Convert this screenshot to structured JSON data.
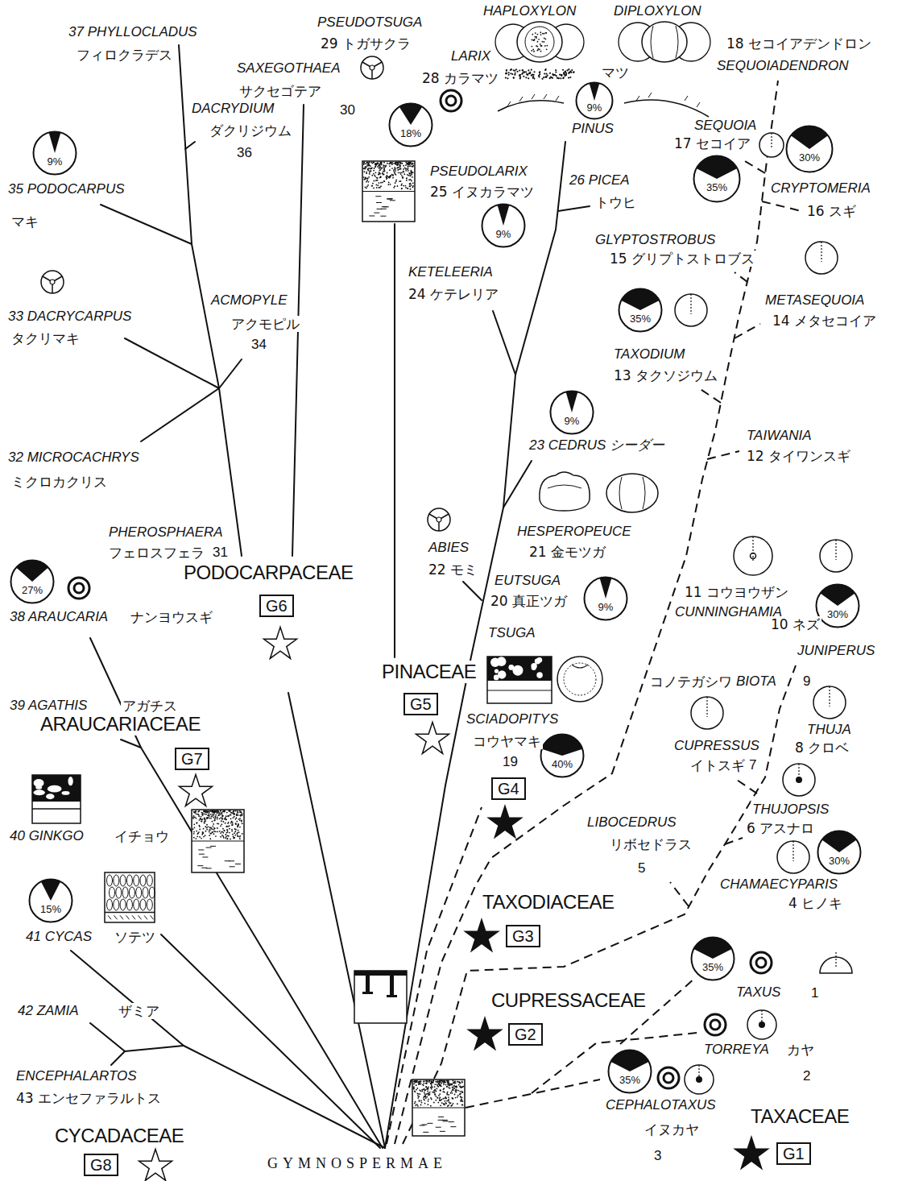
{
  "diagram": {
    "nodes": [
      {
        "text": [
          "9%"
        ]
      },
      {
        "text": [
          "18%"
        ]
      },
      {
        "text": [
          "30%"
        ]
      },
      {
        "text": [
          "9%"
        ]
      },
      {
        "text": [
          "35%"
        ]
      },
      {
        "text": [
          "9%"
        ]
      },
      {
        "text": [
          "35%"
        ]
      },
      {
        "text": [
          "9%"
        ]
      },
      {
        "text": [
          "27%"
        ]
      },
      {
        "text": [
          "9%"
        ]
      },
      {
        "text": [
          "30%"
        ]
      },
      {
        "text": [
          "G6"
        ]
      },
      {
        "text": [
          "G5"
        ]
      },
      {
        "text": [
          "40%"
        ]
      },
      {
        "text": [
          "G7"
        ]
      },
      {
        "text": [
          "G4"
        ]
      },
      {
        "text": [
          "30%"
        ]
      },
      {
        "text": [
          "15%"
        ]
      },
      {
        "text": [
          "G3"
        ]
      },
      {
        "text": [
          "35%"
        ]
      },
      {
        "text": [
          "G2"
        ]
      },
      {
        "text": [
          "35%"
        ]
      },
      {
        "text": [
          "G1"
        ]
      },
      {
        "text": [
          "G8"
        ]
      }
    ],
    "labels": [
      "37 PHYLLOCLADUS",
      "フィロクラデス",
      "PSEUDOTSUGA",
      "29 トガサクラ",
      "HAPLOXYLON",
      "DIPLOXYLON",
      "SAXEGOTHAEA",
      "サクセゴテア",
      "30",
      "LARIX",
      "28 カラマツ",
      "マツ",
      "PINUS",
      "18 セコイアデンドロン",
      "SEQUOIADENDRON",
      "DACRYDIUM",
      "ダクリジウム",
      "36",
      "SEQUOIA",
      "17 セコイア",
      "35 PODOCARPUS",
      "マキ",
      "PSEUDOLARIX",
      "25 イヌカラマツ",
      "26 PICEA",
      "トウヒ",
      "CRYPTOMERIA",
      "16 スギ",
      "GLYPTOSTROBUS",
      "15 グリプトストロブス",
      "KETELEERIA",
      "24 ケテレリア",
      "METASEQUOIA",
      "14 メタセコイア",
      "ACMOPYLE",
      "アクモピル",
      "34",
      "33 DACRYCARPUS",
      "タクリマキ",
      "TAXODIUM",
      "13 タクソジウム",
      "23 CEDRUS シーダー",
      "TAIWANIA",
      "12 タイワンスギ",
      "32 MICROCACHRYS",
      "ミクロカクリス",
      "PHEROSPHAERA",
      "フェロスフェラ",
      "31",
      "HESPEROPEUCE",
      "21 金モツガ",
      "ABIES",
      "22 モミ",
      "PODOCARPACEAE",
      "EUTSUGA",
      "11 コウヨウザン",
      "20 真正ツガ",
      "CUNNINGHAMIA",
      "38 ARAUCARIA",
      "ナンヨウスギ",
      "10 ネズ",
      "TSUGA",
      "JUNIPERUS",
      "PINACEAE",
      "コノテガシワ",
      "BIOTA",
      "9",
      "39 AGATHIS",
      "アガチス",
      "ARAUCARIACEAE",
      "SCIADOPITYS",
      "コウヤマキ",
      "THUJA",
      "8 クロベ",
      "CUPRESSUS",
      "イトスギ",
      "7",
      "19",
      "THUJOPSIS",
      "6 アスナロ",
      "LIBOCEDRUS",
      "リボセドラス",
      "40 GINKGO",
      "イチョウ",
      "5",
      "CHAMAECYPARIS",
      "4 ヒノキ",
      "TAXODIACEAE",
      "41 CYCAS",
      "ソテツ",
      "TAXUS",
      "1",
      "CUPRESSACEAE",
      "42 ZAMIA",
      "ザミア",
      "TORREYA",
      "カヤ",
      "ENCEPHALARTOS",
      "2",
      "43 エンセファラルトス",
      "CEPHALOTAXUS",
      "TAXACEAE",
      "イヌカヤ",
      "CYCADACEAE",
      "3",
      "GYMNOSPERMAE"
    ]
  }
}
